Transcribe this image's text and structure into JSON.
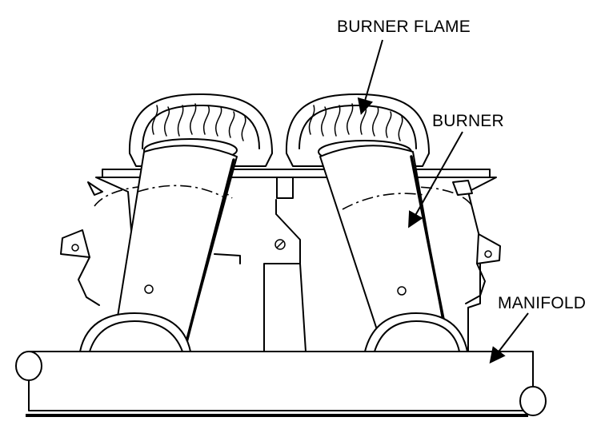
{
  "labels": {
    "burner_flame": "BURNER FLAME",
    "burner": "BURNER",
    "manifold": "MANIFOLD"
  }
}
